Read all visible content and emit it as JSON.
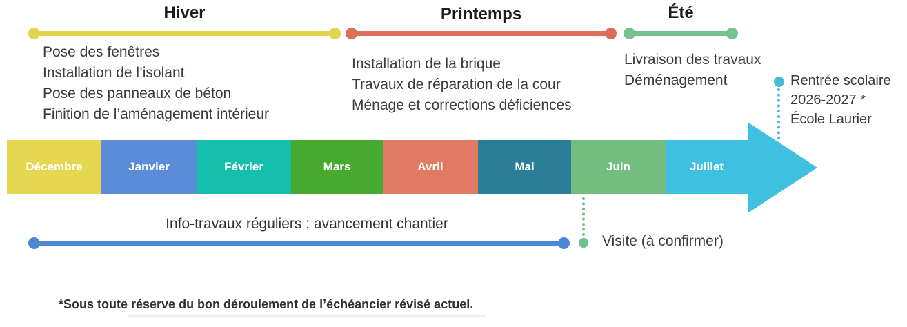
{
  "seasons": [
    {
      "name": "Hiver",
      "color": "#e2d44b",
      "tasks": [
        "Pose des fenêtres",
        "Installation de l’isolant",
        "Pose des panneaux de béton",
        "Finition de l’aménagement intérieur"
      ]
    },
    {
      "name": "Printemps",
      "color": "#dd6f5a",
      "tasks": [
        "Installation de la brique",
        "Travaux de réparation de la cour",
        "Ménage et corrections déficiences"
      ]
    },
    {
      "name": "Été",
      "color": "#76c18e",
      "tasks": [
        "Livraison des travaux",
        "Déménagement"
      ]
    }
  ],
  "timeline": {
    "months": [
      {
        "label": "Décembre",
        "color": "#e5d750"
      },
      {
        "label": "Janvier",
        "color": "#5b8cd8"
      },
      {
        "label": "Février",
        "color": "#16bfab"
      },
      {
        "label": "Mars",
        "color": "#47a930"
      },
      {
        "label": "Avril",
        "color": "#e17a63"
      },
      {
        "label": "Mai",
        "color": "#2a7e97"
      },
      {
        "label": "Juin",
        "color": "#73bd81"
      },
      {
        "label": "Juillet",
        "color": "#3ec1e1"
      }
    ],
    "arrow_color": "#3ec1e1"
  },
  "milestones": {
    "rentree_scolaire": {
      "line1": "Rentrée scolaire",
      "line2": "2026-2027 *",
      "line3": "École Laurier",
      "color": "#4ab9d9"
    },
    "visite": {
      "label": "Visite (à confirmer)",
      "color": "#6fc08b"
    }
  },
  "info_travaux": {
    "title": "Info-travaux réguliers : avancement chantier",
    "line_color": "#4d86d5"
  },
  "footnote": "*Sous toute réserve du bon déroulement de l’échéancier révisé actuel."
}
